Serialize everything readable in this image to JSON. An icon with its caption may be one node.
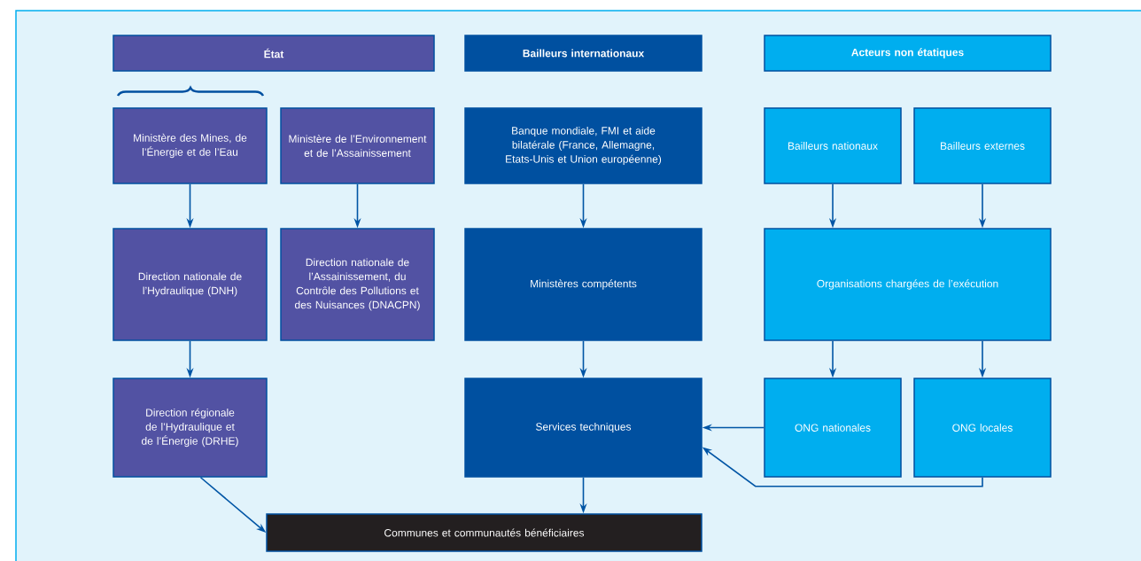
{
  "diagram": {
    "nodes": [
      {
        "text": [
          "État"
        ]
      },
      {
        "text": [
          "Bailleurs internationaux"
        ]
      },
      {
        "text": [
          "Acteurs non étatiques"
        ]
      },
      {
        "text": [
          "Ministère des Mines, de l’Énergie et de l’Eau"
        ]
      },
      {
        "text": [
          "Ministère de l’Environnement et de l’Assainissement"
        ]
      },
      {
        "text": [
          "Banque mondiale, FMI et aide bilatérale (France, Allemagne, Etats-Unis et Union européenne)"
        ]
      },
      {
        "text": [
          "Bailleurs nationaux"
        ]
      },
      {
        "text": [
          "Bailleurs externes"
        ]
      },
      {
        "text": [
          "Direction nationale de l’Hydraulique (DNH)"
        ]
      },
      {
        "text": [
          "Direction nationale de l’Assainissement, du Contrôle des Pollutions et des Nuisances (DNACPN)"
        ]
      },
      {
        "text": [
          "Ministères compétents"
        ]
      },
      {
        "text": [
          "Organisations chargées de l’exécution"
        ]
      },
      {
        "text": [
          "Direction régionale de l’Hydraulique et de l’Énergie (DRHE)"
        ]
      },
      {
        "text": [
          "Services techniques"
        ]
      },
      {
        "text": [
          "ONG nationales"
        ]
      },
      {
        "text": [
          "ONG locales"
        ]
      },
      {
        "text": [
          "Communes et communautés bénéficiaires"
        ]
      }
    ],
    "edges": [
      {
        "from": 3,
        "to": 8,
        "arrow": "to"
      },
      {
        "from": 4,
        "to": 9,
        "arrow": "to"
      },
      {
        "from": 5,
        "to": 10,
        "arrow": "to"
      },
      {
        "from": 6,
        "to": 11,
        "arrow": "to"
      },
      {
        "from": 7,
        "to": 11,
        "arrow": "to"
      },
      {
        "from": 8,
        "to": 12,
        "arrow": "to"
      },
      {
        "from": 10,
        "to": 13,
        "arrow": "to"
      },
      {
        "from": 11,
        "to": 14,
        "arrow": "to"
      },
      {
        "from": 11,
        "to": 15,
        "arrow": "to"
      },
      {
        "from": 14,
        "to": 13,
        "arrow": "to"
      },
      {
        "from": 15,
        "to": 13,
        "arrow": "to"
      },
      {
        "from": 12,
        "to": 16,
        "arrow": "to"
      },
      {
        "from": 13,
        "to": 16,
        "arrow": "to"
      }
    ]
  }
}
